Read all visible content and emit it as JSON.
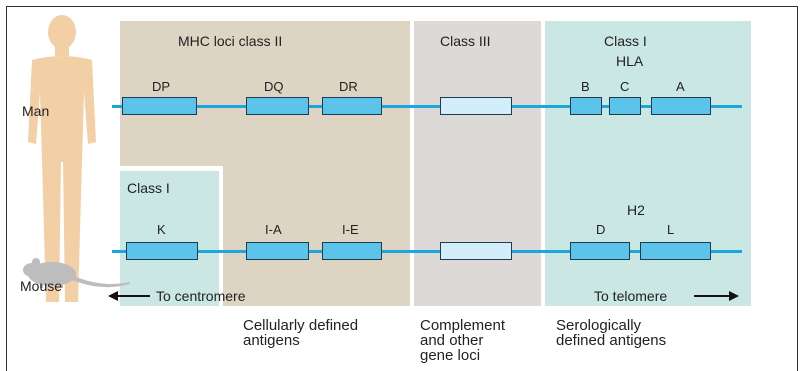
{
  "regions": {
    "class2_title": "MHC loci class II",
    "class3_title": "Class III",
    "class1_man_title": "Class I",
    "class1_mouse_title": "Class I",
    "hla": "HLA",
    "h2": "H2"
  },
  "species": {
    "man": "Man",
    "mouse": "Mouse"
  },
  "man_genes": {
    "dp": "DP",
    "dq": "DQ",
    "dr": "DR",
    "b": "B",
    "c": "C",
    "a": "A"
  },
  "mouse_genes": {
    "k": "K",
    "ia": "I-A",
    "ie": "I-E",
    "d": "D",
    "l": "L"
  },
  "directions": {
    "centromere": "To centromere",
    "telomere": "To telomere"
  },
  "captions": {
    "cellular_1": "Cellularly defined",
    "cellular_2": "antigens",
    "complement_1": "Complement",
    "complement_2": "and other",
    "complement_3": "gene loci",
    "serological_1": "Serologically",
    "serological_2": "defined antigens"
  },
  "colors": {
    "class2_bg": "#ddd4c3",
    "class3_bg": "#ddd9d6",
    "class1_bg": "#cae7e3",
    "chromosome": "#1aa7dd",
    "locus": "#5cc3ea",
    "locus_pale": "#d3eefa",
    "silhouette": "#f3cfa6",
    "mouse": "#bdbdbd"
  }
}
